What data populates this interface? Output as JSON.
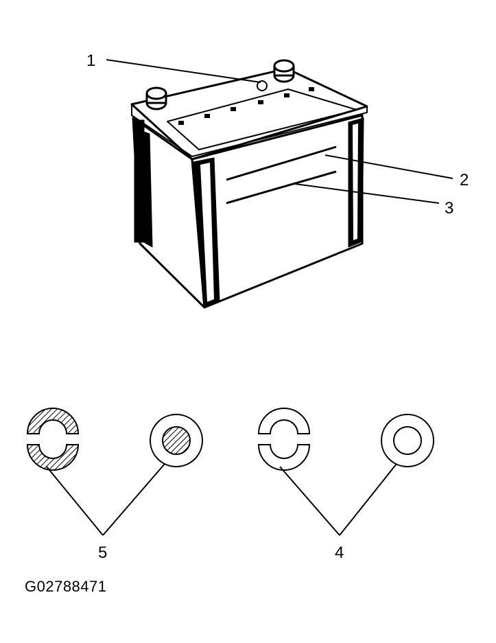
{
  "figure_id": "G02788471",
  "callouts": {
    "c1": "1",
    "c2": "2",
    "c3": "3",
    "c4": "4",
    "c5": "5"
  },
  "colors": {
    "ink": "#000000",
    "paper": "#ffffff"
  }
}
